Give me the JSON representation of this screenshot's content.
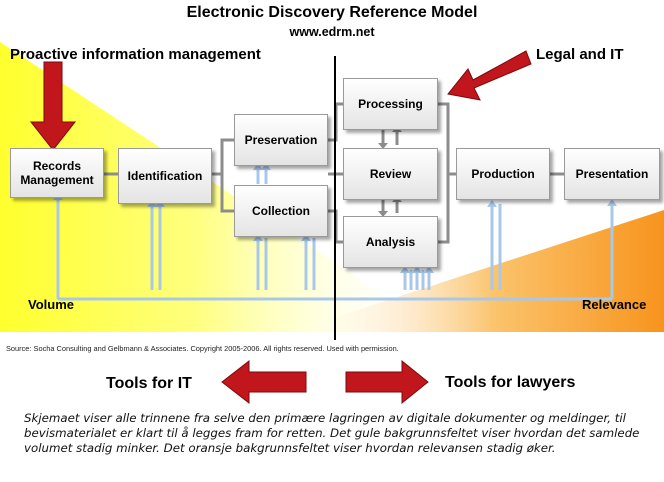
{
  "header": {
    "title": "Electronic Discovery Reference Model",
    "url": "www.edrm.net"
  },
  "labels": {
    "proactive": "Proactive information management",
    "legal_it": "Legal and IT",
    "volume": "Volume",
    "relevance": "Relevance"
  },
  "boxes": {
    "records": [
      "Records",
      "Management"
    ],
    "identification": "Identification",
    "preservation": "Preservation",
    "collection": "Collection",
    "processing": "Processing",
    "review": "Review",
    "analysis": "Analysis",
    "production": "Production",
    "presentation": "Presentation"
  },
  "source": "Source: Socha Consulting and Gelbmann & Associates. Copyright 2005-2006. All rights reserved. Used with permission.",
  "tools": {
    "it": "Tools for IT",
    "lawyers": "Tools for lawyers"
  },
  "caption": "Skjemaet viser alle trinnene fra selve den primære lagringen av digitale dokumenter og meldinger, til bevismaterialet er klart til å legges fram for retten. Det gule bakgrunnsfeltet viser hvordan det samlede volumet stadig minker. Det oransje bakgrunnsfeltet viser hvordan relevansen stadig øker.",
  "colors": {
    "yellow": "#ffff33",
    "orange": "#f7941d",
    "red_arrow": "#c0161c",
    "light_blue": "#a8c8ea",
    "grey_arrow": "#8c8c8c"
  }
}
